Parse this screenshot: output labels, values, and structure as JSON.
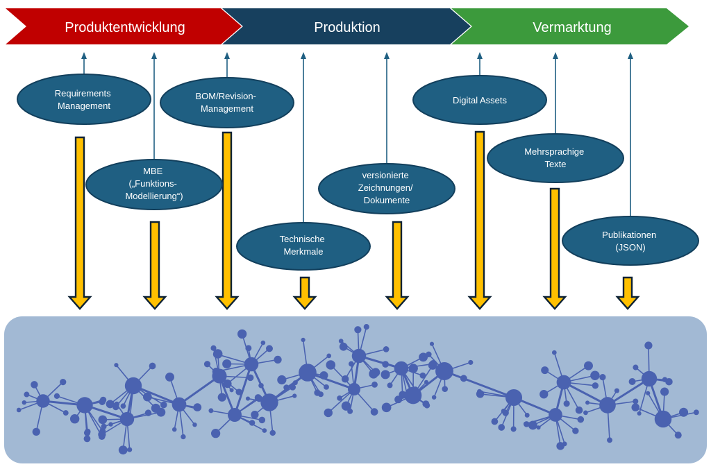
{
  "colors": {
    "phase_development": "#c00000",
    "phase_production": "#17405e",
    "phase_marketing": "#3c9a3c",
    "node_fill": "#1f5f82",
    "node_stroke": "#123f5c",
    "connector": "#1f5f82",
    "flow_arrow_fill": "#ffc000",
    "flow_arrow_stroke": "#0d2235",
    "network_panel": "#a2b9d4",
    "network_nodes": "#4a62b0"
  },
  "phases": [
    {
      "id": "development",
      "label": "Produktentwicklung"
    },
    {
      "id": "production",
      "label": "Produktion"
    },
    {
      "id": "marketing",
      "label": "Vermarktung"
    }
  ],
  "nodes": [
    {
      "id": "requirements",
      "lines": [
        "Requirements",
        "Management"
      ]
    },
    {
      "id": "mbe",
      "lines": [
        "MBE",
        "(„Funktions-",
        "Modellierung“)"
      ]
    },
    {
      "id": "bom",
      "lines": [
        "BOM/Revision-",
        "Management"
      ]
    },
    {
      "id": "technische-merkmale",
      "lines": [
        "Technische",
        "Merkmale"
      ]
    },
    {
      "id": "zeichnungen",
      "lines": [
        "versionierte",
        "Zeichnungen/",
        "Dokumente"
      ]
    },
    {
      "id": "digital-assets",
      "lines": [
        "Digital Assets"
      ]
    },
    {
      "id": "mehrsprachige-texte",
      "lines": [
        "Mehrsprachige",
        "Texte"
      ]
    },
    {
      "id": "publikationen",
      "lines": [
        "Publikationen",
        "(JSON)"
      ]
    }
  ]
}
